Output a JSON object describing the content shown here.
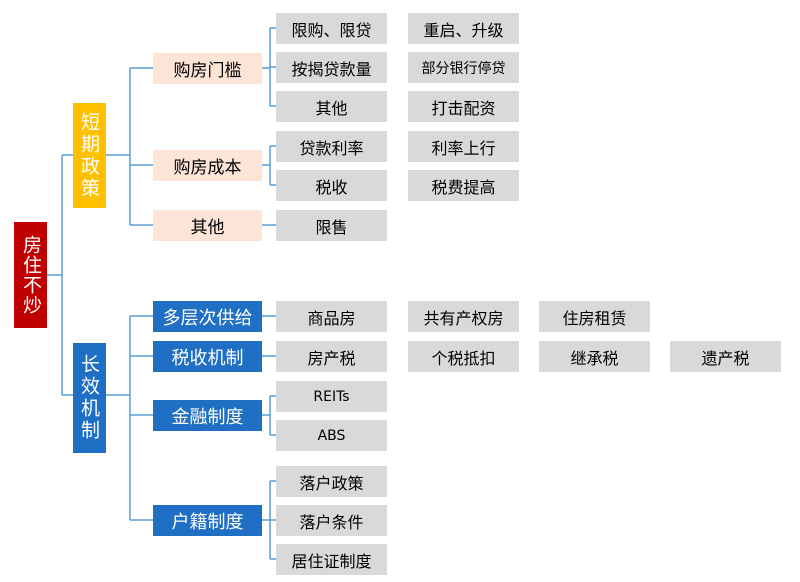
{
  "root": "房住不炒",
  "short_term": {
    "label": "短期政策",
    "groups": {
      "threshold": {
        "label": "购房门槛",
        "items": [
          "限购、限贷",
          "按揭贷款量",
          "其他"
        ],
        "outcomes": [
          "重启、升级",
          "部分银行停贷",
          "打击配资"
        ]
      },
      "cost": {
        "label": "购房成本",
        "items": [
          "贷款利率",
          "税收"
        ],
        "outcomes": [
          "利率上行",
          "税费提高"
        ]
      },
      "other": {
        "label": "其他",
        "items": [
          "限售"
        ]
      }
    }
  },
  "long_term": {
    "label": "长效机制",
    "groups": {
      "supply": {
        "label": "多层次供给",
        "items": [
          "商品房",
          "共有产权房",
          "住房租赁"
        ]
      },
      "tax": {
        "label": "税收机制",
        "items": [
          "房产税",
          "个税抵扣",
          "继承税",
          "遗产税"
        ]
      },
      "finance": {
        "label": "金融制度",
        "items": [
          "REITs",
          "ABS"
        ]
      },
      "hukou": {
        "label": "户籍制度",
        "items": [
          "落户政策",
          "落户条件",
          "居住证制度"
        ]
      }
    }
  },
  "colors": {
    "root": "#c00000",
    "short_term": "#ffc000",
    "long_term": "#1f6fc4",
    "short_groups": "#fce4d6",
    "leaves": "#d9d9d9",
    "connectors": "#5b9bd5"
  }
}
